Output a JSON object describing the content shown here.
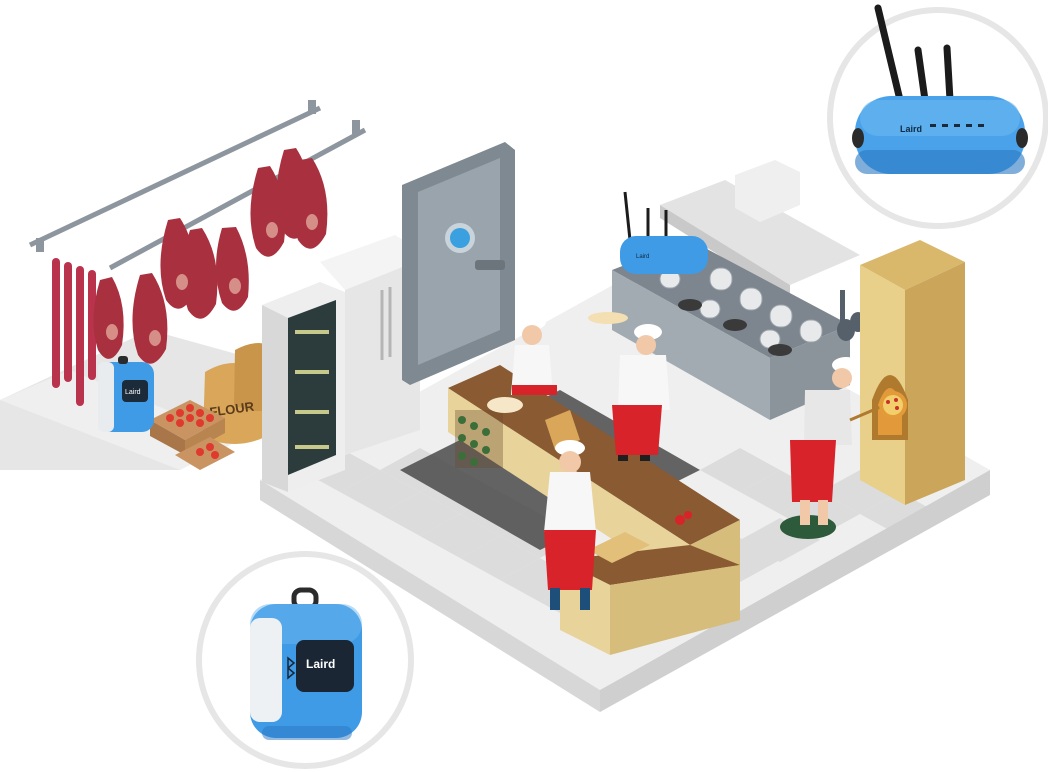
{
  "labels": {
    "flour_sack": "FLOUR",
    "sensor_brand": "Laird",
    "sensor_brand_small": "Laird",
    "gateway_brand": "Laird",
    "gateway_brand_small": "Laird"
  },
  "colors": {
    "device_blue": "#3f9be6",
    "device_blue_dark": "#2b78c2",
    "floor_light": "#f1f1f1",
    "floor_dark": "#d9d9d9",
    "counter_wood": "#8a5a32",
    "counter_front": "#e8d39a",
    "chef_apron": "#d8232a",
    "meat_red": "#b5334a",
    "steel": "#9aa3ab"
  },
  "icons": [
    "bluetooth-icon",
    "wifi-antenna-icon",
    "led-indicator-icon"
  ]
}
